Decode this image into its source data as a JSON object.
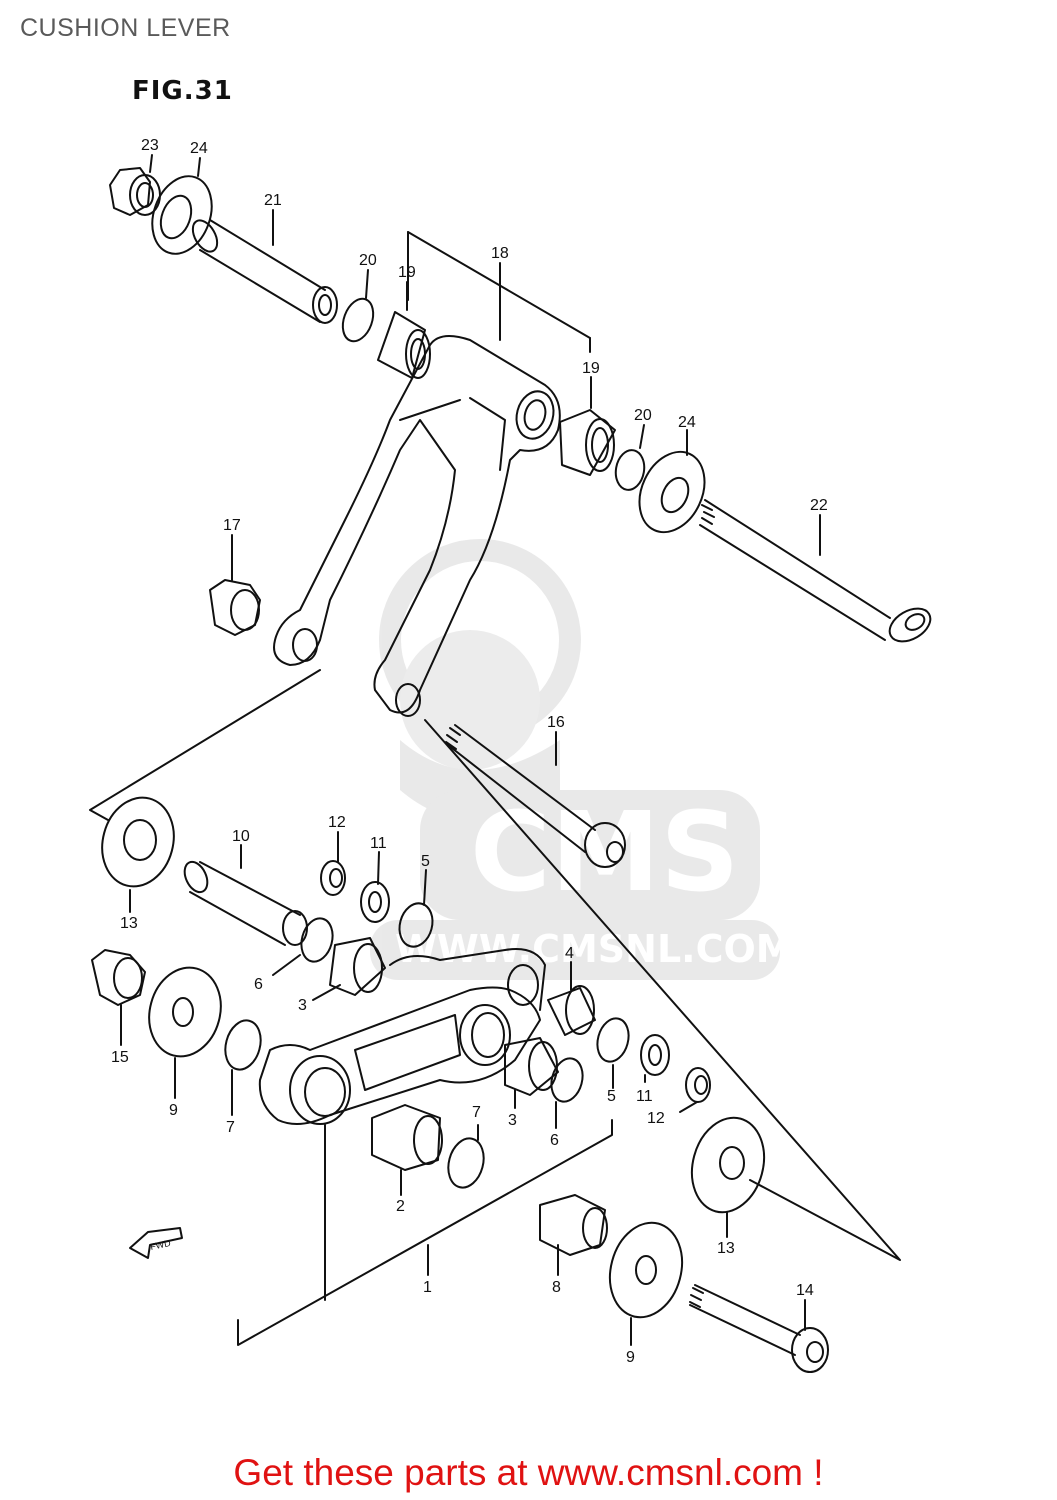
{
  "page": {
    "title": "CUSHION LEVER",
    "figure_label": "FIG.31",
    "footer": "Get these parts at www.cmsnl.com !",
    "accent_color": "#e01212"
  },
  "watermark": {
    "brand": "CMS",
    "url": "WWW.CMSNL.COM"
  },
  "fwd_marker": "FWD",
  "callouts": [
    {
      "id": "c23",
      "text": "23"
    },
    {
      "id": "c24a",
      "text": "24"
    },
    {
      "id": "c21",
      "text": "21"
    },
    {
      "id": "c20a",
      "text": "20"
    },
    {
      "id": "c19a",
      "text": "19"
    },
    {
      "id": "c18",
      "text": "18"
    },
    {
      "id": "c19b",
      "text": "19"
    },
    {
      "id": "c20b",
      "text": "20"
    },
    {
      "id": "c24b",
      "text": "24"
    },
    {
      "id": "c22",
      "text": "22"
    },
    {
      "id": "c17",
      "text": "17"
    },
    {
      "id": "c16",
      "text": "16"
    },
    {
      "id": "c10",
      "text": "10"
    },
    {
      "id": "c12a",
      "text": "12"
    },
    {
      "id": "c11a",
      "text": "11"
    },
    {
      "id": "c5a",
      "text": "5"
    },
    {
      "id": "c13a",
      "text": "13"
    },
    {
      "id": "c6a",
      "text": "6"
    },
    {
      "id": "c3a",
      "text": "3"
    },
    {
      "id": "c4",
      "text": "4"
    },
    {
      "id": "c15",
      "text": "15"
    },
    {
      "id": "c9a",
      "text": "9"
    },
    {
      "id": "c7a",
      "text": "7"
    },
    {
      "id": "c11b",
      "text": "11"
    },
    {
      "id": "c5b",
      "text": "5"
    },
    {
      "id": "c12b",
      "text": "12"
    },
    {
      "id": "c7b",
      "text": "7"
    },
    {
      "id": "c3b",
      "text": "3"
    },
    {
      "id": "c6b",
      "text": "6"
    },
    {
      "id": "c2",
      "text": "2"
    },
    {
      "id": "c13b",
      "text": "13"
    },
    {
      "id": "c1",
      "text": "1"
    },
    {
      "id": "c8",
      "text": "8"
    },
    {
      "id": "c14",
      "text": "14"
    },
    {
      "id": "c9b",
      "text": "9"
    }
  ]
}
